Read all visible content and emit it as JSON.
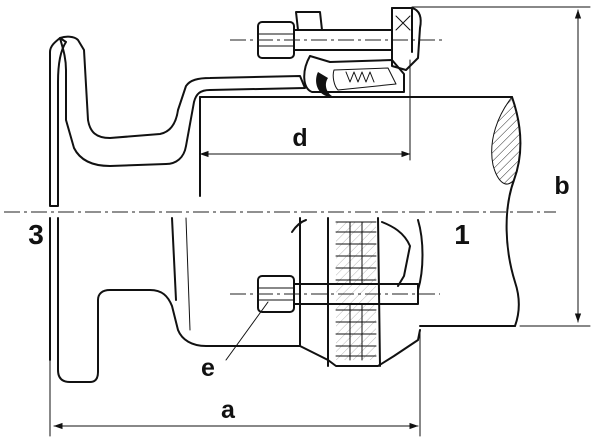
{
  "labels": {
    "a": "a",
    "b": "b",
    "d": "d",
    "e": "e",
    "side_pipe": "1",
    "side_flange": "3"
  },
  "colors": {
    "line": "#111111",
    "background": "#ffffff"
  }
}
